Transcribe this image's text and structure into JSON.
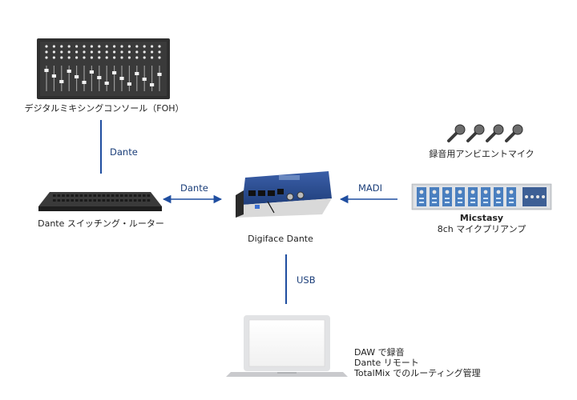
{
  "colors": {
    "connector": "#1f4ea0",
    "device_dark": "#2e2e2e",
    "device_blue": "#2c4a8c",
    "preamp_blue": "#4a7fbf"
  },
  "devices": {
    "mixing_console": {
      "label": "デジタルミキシングコンソール（FOH）"
    },
    "dante_switch": {
      "label": "Dante スイッチング・ルーター"
    },
    "digiface": {
      "label": "Digiface Dante"
    },
    "mics": {
      "label": "録音用アンビエントマイク"
    },
    "micstasy": {
      "name": "Micstasy",
      "label": "8ch マイクプリアンプ"
    },
    "laptop": {
      "lines": [
        "DAW で録音",
        "Dante リモート",
        "TotalMix でのルーティング管理"
      ]
    }
  },
  "connections": {
    "console_switch": "Dante",
    "switch_digiface": "Dante",
    "micstasy_digiface": "MADI",
    "digiface_laptop": "USB"
  }
}
